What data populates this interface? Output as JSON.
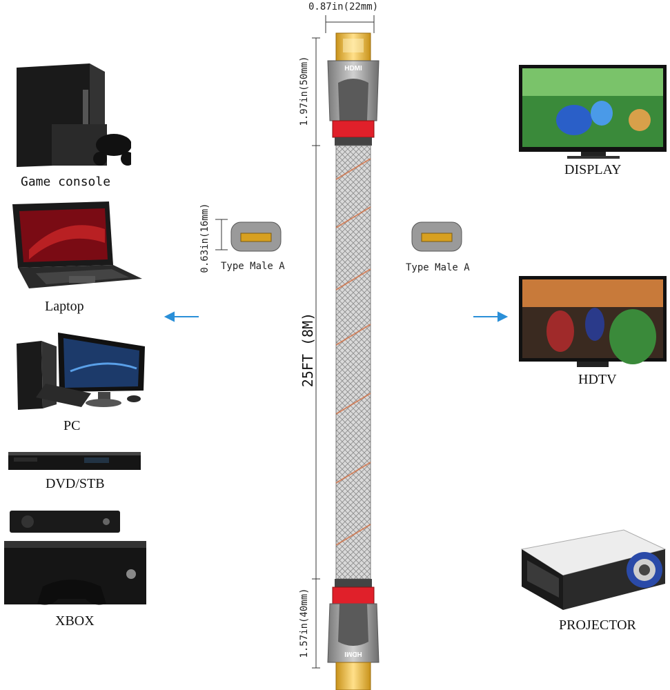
{
  "devices_left": {
    "game_console": "Game console",
    "laptop": "Laptop",
    "pc": "PC",
    "dvd": "DVD/STB",
    "xbox": "XBOX"
  },
  "devices_right": {
    "display": "DISPLAY",
    "hdtv": "HDTV",
    "projector": "PROJECTOR"
  },
  "cable": {
    "width_dim": "0.87in(22mm)",
    "top_len": "1.97in(50mm)",
    "total_len": "25FT (8M)",
    "bottom_len": "1.57in(40mm)",
    "connector_height": "0.63in(16mm)",
    "connector_type_left": "Type Male A",
    "connector_type_right": "Type Male A",
    "brand_top": "HDMI",
    "brand_bottom": "HDMI"
  },
  "colors": {
    "arrow": "#2a8fd8",
    "accent_red": "#e0202a",
    "gold": "#e6b422"
  }
}
